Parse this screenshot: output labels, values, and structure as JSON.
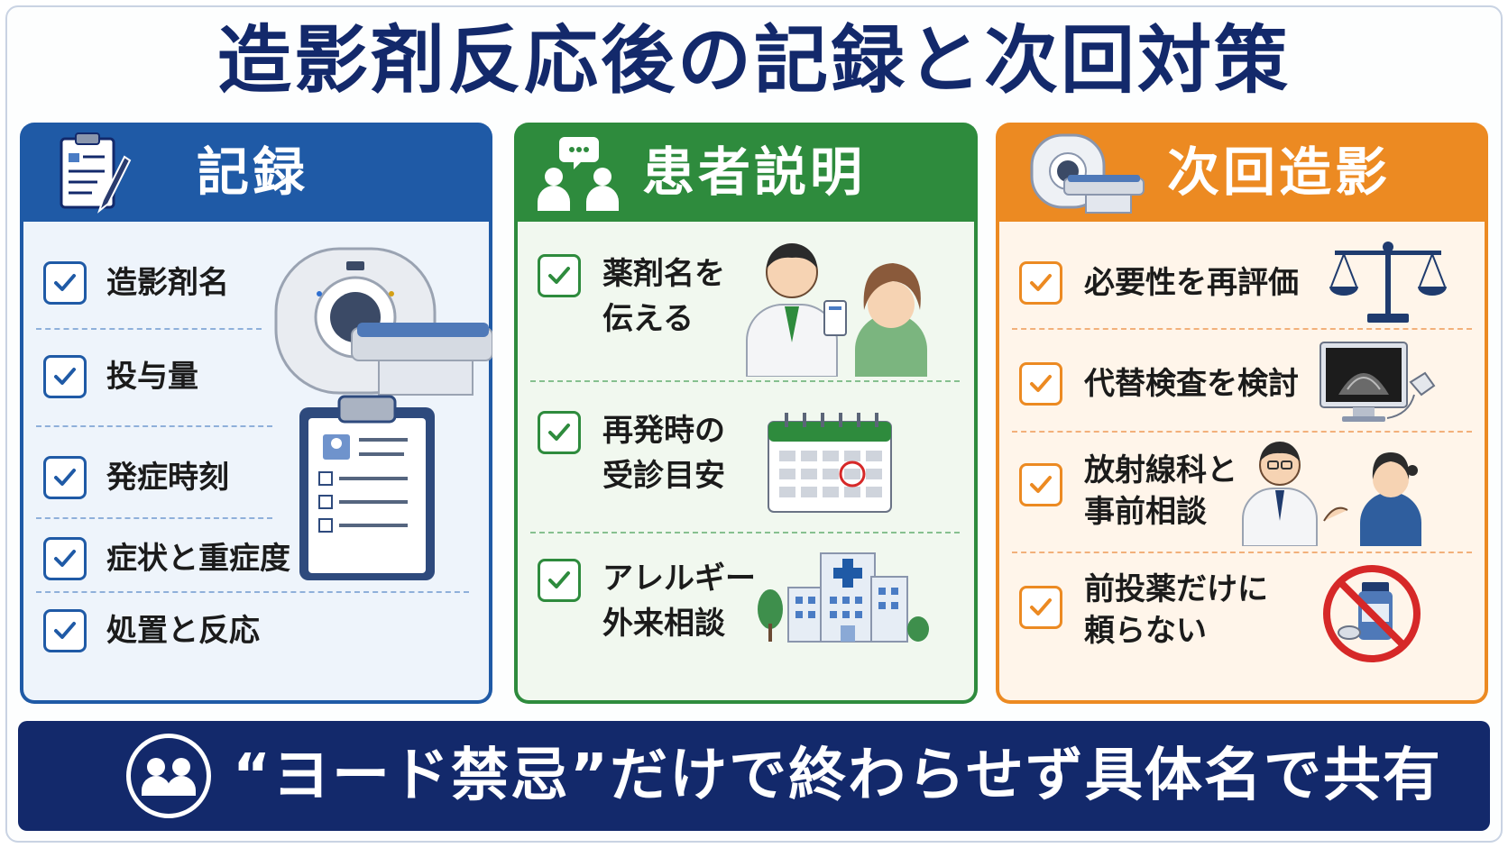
{
  "title": "造影剤反応後の記録と次回対策",
  "panels": {
    "record": {
      "title": "記録",
      "icon": "clipboard-pen-icon",
      "color": "#1f5aa6",
      "items": [
        "造影剤名",
        "投与量",
        "発症時刻",
        "症状と重症度",
        "処置と反応"
      ]
    },
    "explain": {
      "title": "患者説明",
      "icon": "people-chat-icon",
      "color": "#2e8b3d",
      "items": [
        {
          "line1": "薬剤名を",
          "line2": "伝える"
        },
        {
          "line1": "再発時の",
          "line2": "受診目安"
        },
        {
          "line1": "アレルギー",
          "line2": "外来相談"
        }
      ]
    },
    "next": {
      "title": "次回造影",
      "icon": "ct-scanner-icon",
      "color": "#ec8a22",
      "items": [
        {
          "line1": "必要性を再評価",
          "line2": ""
        },
        {
          "line1": "代替検査を検討",
          "line2": ""
        },
        {
          "line1": "放射線科と",
          "line2": "事前相談"
        },
        {
          "line1": "前投薬だけに",
          "line2": "頼らない"
        }
      ]
    }
  },
  "banner": {
    "text": "“ヨード禁忌”だけで終わらせず具体名で共有",
    "icon": "group-users-icon",
    "color": "#13296b"
  }
}
